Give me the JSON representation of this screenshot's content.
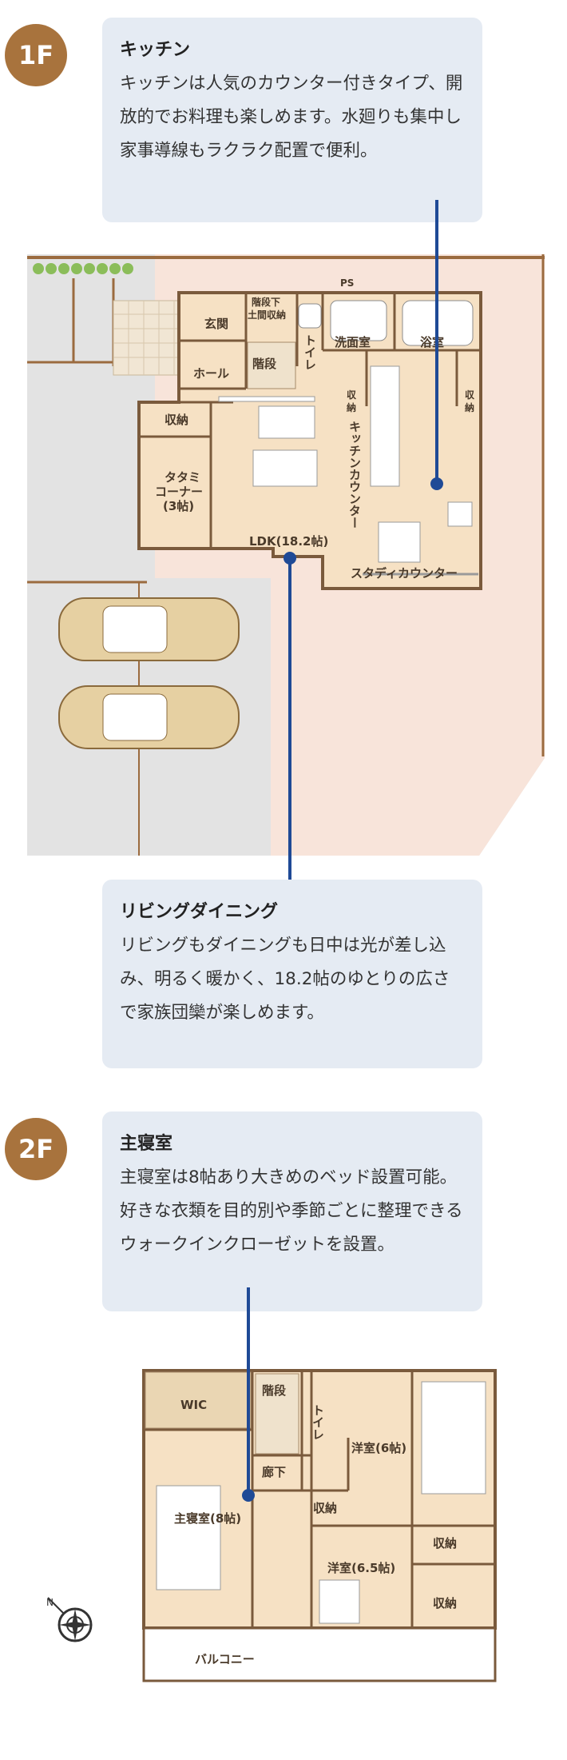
{
  "floor1": {
    "badge": "1F",
    "kitchen_note": {
      "title": "キッチン",
      "body": "キッチンは人気のカウンター付きタイプ、開放的でお料理も楽しめます。水廻りも集中し家事導線もラクラク配置で便利。"
    },
    "living_note": {
      "title": "リビングダイニング",
      "body": "リビングもダイニングも日中は光が差し込み、明るく暖かく、18.2帖のゆとりの広さで家族団欒が楽しめます。"
    },
    "rooms": {
      "ps": "PS",
      "genkan": "玄関",
      "stair_storage_1": "階段下",
      "stair_storage_2": "土間収納",
      "toilet": "トイレ",
      "washroom": "洗面室",
      "bath": "浴室",
      "stairs": "階段",
      "hall": "ホール",
      "storage_a_1": "収",
      "storage_a_2": "納",
      "storage_b_1": "収",
      "storage_b_2": "納",
      "storage_c": "収納",
      "tatami_1": "タタミ",
      "tatami_2": "コーナー",
      "tatami_3": "(3帖)",
      "kitchen_counter": "キッチンカウンター",
      "ldk": "LDK(18.2帖)",
      "study_counter": "スタディカウンター"
    }
  },
  "floor2": {
    "badge": "2F",
    "bedroom_note": {
      "title": "主寝室",
      "body": "主寝室は8帖あり大きめのベッド設置可能。好きな衣類を目的別や季節ごとに整理できるウォークインクローゼットを設置。"
    },
    "rooms": {
      "wic": "WIC",
      "stairs": "階段",
      "toilet": "トイレ",
      "corridor": "廊下",
      "western6": "洋室(6帖)",
      "storage1": "収納",
      "master": "主寝室(8帖)",
      "western65": "洋室(6.5帖)",
      "storage2": "収納",
      "storage3": "収納",
      "balcony": "バルコニー"
    },
    "compass": "N"
  },
  "colors": {
    "badge": "#a8733d",
    "note_bg": "#e5ebf3",
    "leader": "#1f4a96",
    "floor": "#f5dfc1",
    "site": "#f7e3da",
    "wall": "#8a6a4a"
  }
}
